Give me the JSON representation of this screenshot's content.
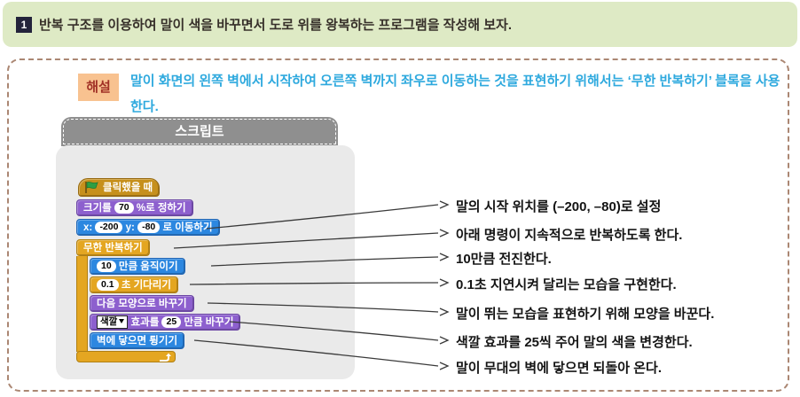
{
  "banner": {
    "number": "1",
    "text": "반복 구조를 이용하여 말이 색을 바꾸면서 도로 위를 왕복하는 프로그램을 작성해 보자."
  },
  "explanation": {
    "label": "해설",
    "text": "말이 화면의 왼쪽 벽에서 시작하여 오른쪽 벽까지 좌우로 이동하는 것을 표현하기 위해서는 ‘무한 반복하기’ 블록을 사용한다."
  },
  "script_panel": {
    "title": "스크립트",
    "blocks": {
      "hat": {
        "label": "클릭했을 때"
      },
      "set_size": {
        "pre": "크기를",
        "value": "70",
        "post": "%로 정하기"
      },
      "goto": {
        "x_label": "x:",
        "x": "-200",
        "y_label": "y:",
        "y": "-80",
        "post": "로 이동하기"
      },
      "forever": {
        "label": "무한 반복하기"
      },
      "move": {
        "value": "10",
        "post": "만큼 움직이기"
      },
      "wait": {
        "value": "0.1",
        "post": "초 기다리기"
      },
      "next_costume": {
        "label": "다음 모양으로 바꾸기"
      },
      "change_effect": {
        "dropdown": "색깔",
        "mid": "효과를",
        "value": "25",
        "post": "만큼 바꾸기"
      },
      "bounce": {
        "label": "벽에 닿으면 튕기기"
      }
    }
  },
  "annotations": [
    "말의 시작 위치를 (–200, –80)로 설정",
    "아래 명령이 지속적으로 반복하도록 한다.",
    "10만큼 전진한다.",
    "0.1초 지연시켜 달리는 모습을 구현한다.",
    "말이 뛰는 모습을 표현하기 위해 모양을 바꾼다.",
    "색깔 효과를 25씩 주어 말의 색을 변경한다.",
    "말이 무대의 벽에 닿으면 되돌아 온다."
  ],
  "colors": {
    "banner_bg": "#DEEAC5",
    "dashed_border": "#AB8773",
    "explanation_label_bg": "#F8C290",
    "explanation_label_text": "#A13126",
    "explanation_text": "#2EA9DE",
    "panel_header_bg": "#8F8F8F",
    "panel_body_bg": "#EAEAEA",
    "block_events": "#C6901C",
    "block_looks": "#8D60CE",
    "block_motion": "#2C87E0",
    "block_control": "#E4A621",
    "flag_green": "#2E9E44"
  }
}
